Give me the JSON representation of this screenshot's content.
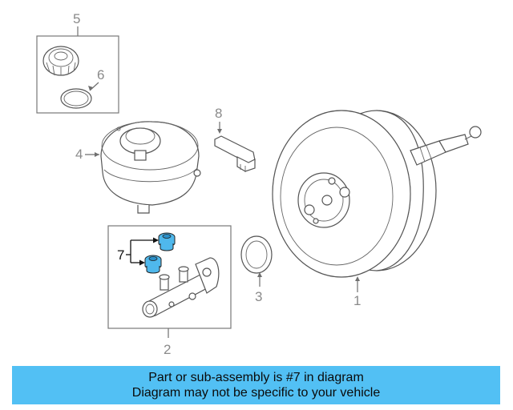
{
  "callouts": {
    "c1": "1",
    "c2": "2",
    "c3": "3",
    "c4": "4",
    "c5": "5",
    "c6": "6",
    "c7": "7",
    "c8": "8"
  },
  "banner": {
    "line1": "Part or sub-assembly is #7 in diagram",
    "line2": "Diagram may not be specific to your vehicle"
  },
  "colors": {
    "banner_bg": "#52c0f4",
    "highlight_part": "#4fb8ec",
    "callout_text": "#8a8a8a",
    "line": "#6f6f6f"
  }
}
